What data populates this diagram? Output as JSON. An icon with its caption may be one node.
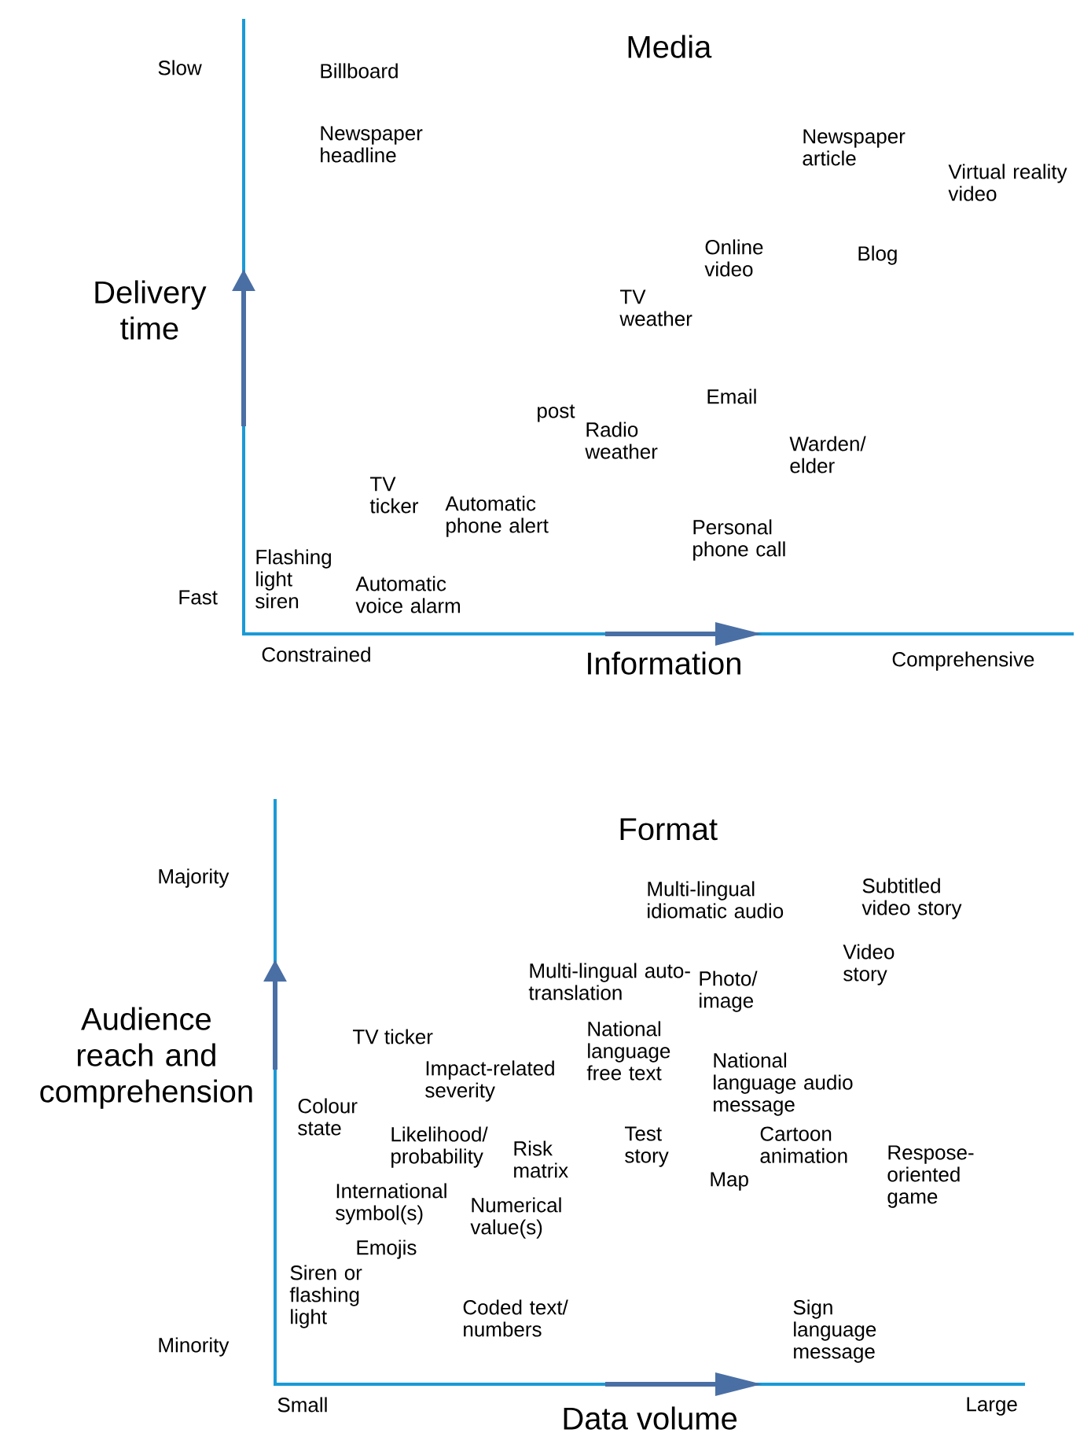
{
  "diagram": {
    "labels": [
      "Media",
      "Slow",
      "Billboard",
      "Newspaper headline",
      "Newspaper article",
      "Virtual reality video",
      "Online video",
      "Blog",
      "Delivery time",
      "TV weather",
      "post",
      "Email",
      "Radio weather",
      "Warden/ elder",
      "TV ticker",
      "Automatic phone alert",
      "Personal phone call",
      "Flashing light siren",
      "Fast",
      "Automatic voice alarm",
      "Constrained",
      "Information",
      "Comprehensive",
      "Format",
      "Majority",
      "Multi-lingual idiomatic audio",
      "Subtitled video story",
      "Multi-lingual auto-translation",
      "Photo/ image",
      "Video story",
      "Audience reach and comprehension",
      "TV ticker",
      "National language free text",
      "Impact-related severity",
      "National language audio message",
      "Colour state",
      "Likelihood/ probability",
      "Risk matrix",
      "Test story",
      "Cartoon animation",
      "Respose-oriented game",
      "Map",
      "International symbol(s)",
      "Numerical value(s)",
      "Emojis",
      "Siren or flashing light",
      "Coded text/ numbers",
      "Sign language message",
      "Minority",
      "Small",
      "Large",
      "Data volume"
    ]
  }
}
